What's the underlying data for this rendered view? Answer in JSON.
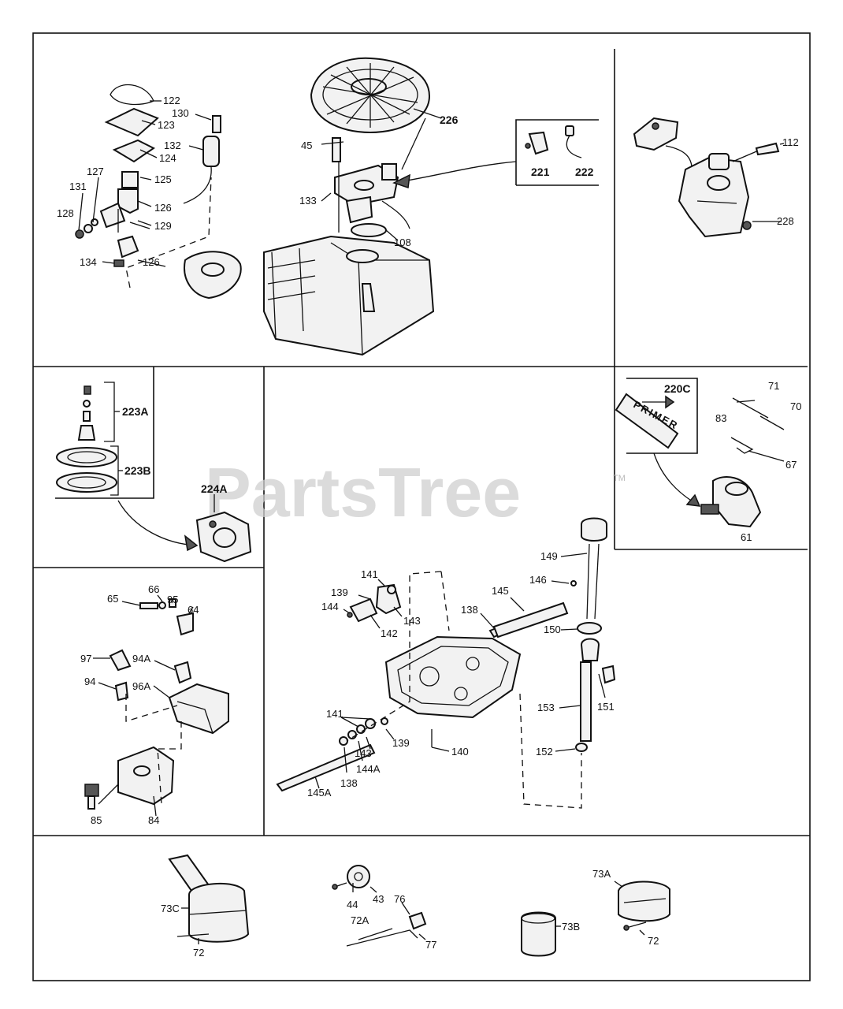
{
  "watermark": {
    "text": "PartsTree",
    "trademark": "TM"
  },
  "primer_label": "PRIMER",
  "callouts": {
    "c122": "122",
    "c123": "123",
    "c130": "130",
    "c132": "132",
    "c124": "124",
    "c125": "125",
    "c127": "127",
    "c131": "131",
    "c126a": "126",
    "c128": "128",
    "c129": "129",
    "c134": "134",
    "c126b": "126",
    "c45": "45",
    "c133": "133",
    "c108": "108",
    "c226": "226",
    "c221": "221",
    "c222": "222",
    "c112": "112",
    "c228": "228",
    "c223A": "223A",
    "c223B": "223B",
    "c224A": "224A",
    "c220C": "220C",
    "c71": "71",
    "c70": "70",
    "c83": "83",
    "c67": "67",
    "c61": "61",
    "c66": "66",
    "c95": "95",
    "c65": "65",
    "c64": "64",
    "c97": "97",
    "c94A": "94A",
    "c94": "94",
    "c96A": "96A",
    "c85": "85",
    "c84": "84",
    "c141a": "141",
    "c139a": "139",
    "c144": "144",
    "c143a": "143",
    "c142": "142",
    "c149": "149",
    "c146": "146",
    "c145": "145",
    "c138a": "138",
    "c150": "150",
    "c151": "151",
    "c153": "153",
    "c152": "152",
    "c141b": "141",
    "c139b": "139",
    "c143b": "143",
    "c144A": "144A",
    "c138b": "138",
    "c140": "140",
    "c145A": "145A",
    "c73C": "73C",
    "c72a": "72",
    "c44": "44",
    "c43": "43",
    "c76": "76",
    "c72A": "72A",
    "c77": "77",
    "c73B": "73B",
    "c73A": "73A",
    "c72b": "72"
  }
}
